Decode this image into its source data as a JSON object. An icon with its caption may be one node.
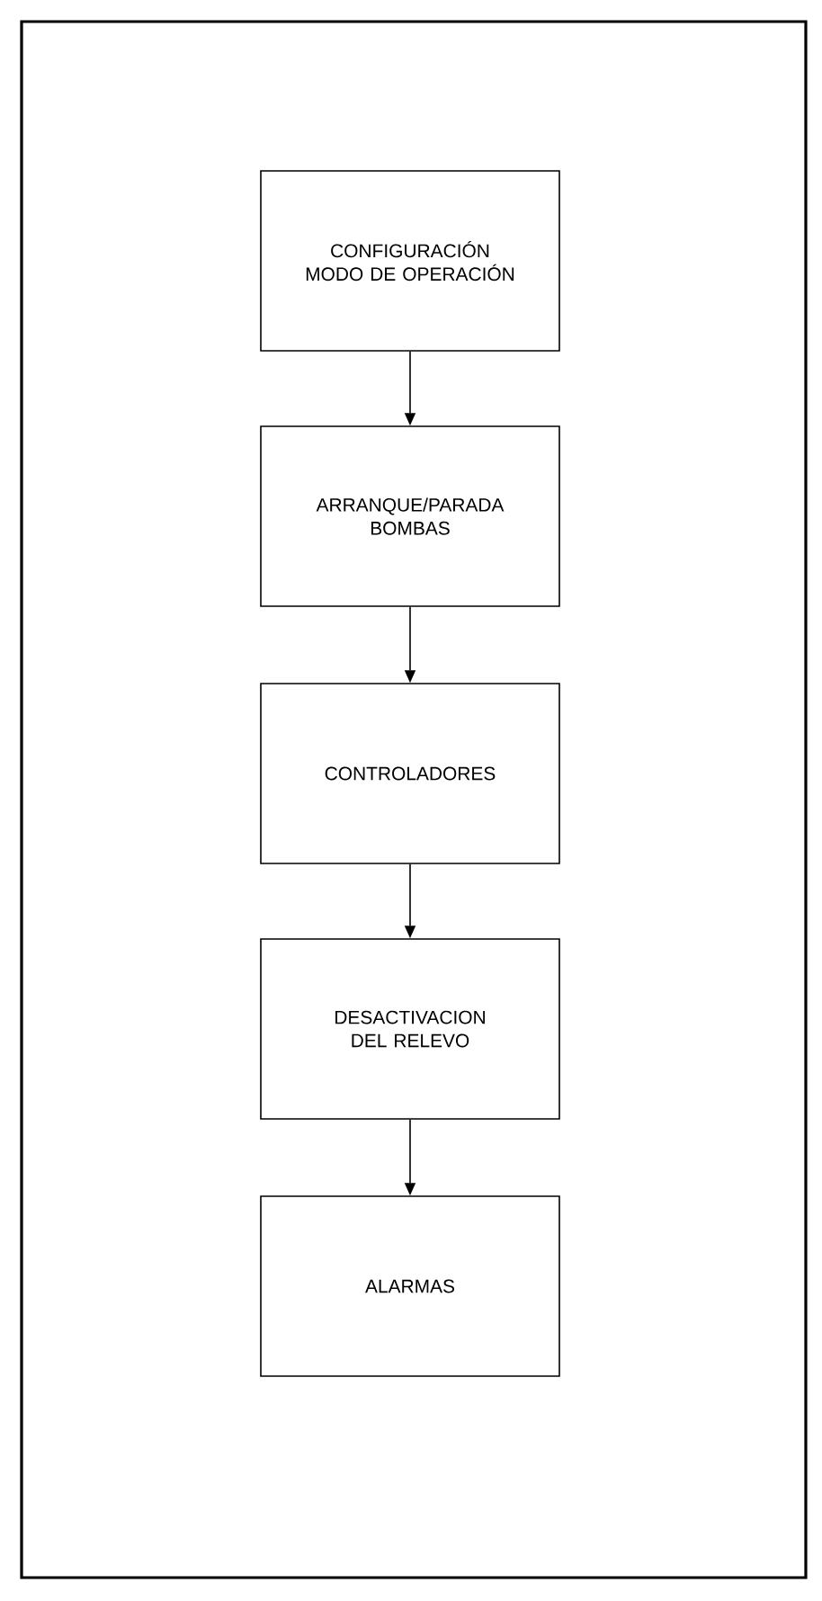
{
  "diagram": {
    "nodes": [
      {
        "text": [
          "CONFIGURACIÓN MODO DE OPERACIÓN"
        ]
      },
      {
        "text": [
          "ARRANQUE/PARADA BOMBAS"
        ]
      },
      {
        "text": [
          "CONTROLADORES"
        ]
      },
      {
        "text": [
          "DESACTIVACION DEL RELEVO"
        ]
      },
      {
        "text": [
          "ALARMAS"
        ]
      }
    ],
    "edges": [
      {
        "from": 0,
        "to": 1,
        "arrow": "to"
      },
      {
        "from": 1,
        "to": 2,
        "arrow": "to"
      },
      {
        "from": 2,
        "to": 3,
        "arrow": "to"
      },
      {
        "from": 3,
        "to": 4,
        "arrow": "to"
      }
    ]
  }
}
